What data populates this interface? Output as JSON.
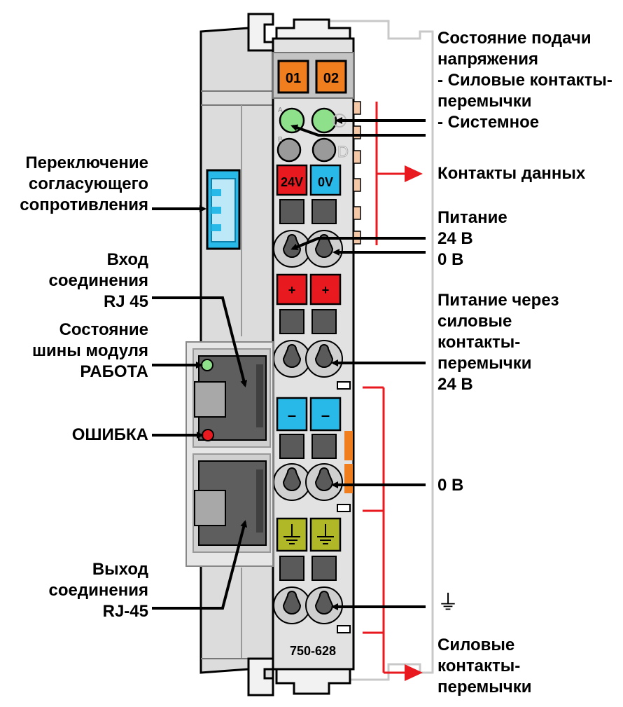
{
  "module": {
    "model": "750-628",
    "channel_1": "01",
    "channel_2": "02",
    "led_a": "A",
    "led_b": "B",
    "led_c": "C",
    "led_d": "D",
    "term_24v": "24V",
    "term_0v": "0V",
    "term_plus": "+",
    "term_minus": "–"
  },
  "labels": {
    "termination_switch": "Переключение\nсогласующего\nсопротивления",
    "rj45_in": "Вход\nсоединения\nRJ 45",
    "bus_state": "Состояние\nшины модуля\nРАБОТА",
    "error": "ОШИБКА",
    "rj45_out": "Выход\nсоединения\nRJ-45",
    "supply_state": "Состояние подачи\nнапряжения\n- Силовые контакты-\n  перемычки\n- Системное",
    "data_contacts": "Контакты данных",
    "power_supply": "Питание\n24 В\n0 В",
    "power_jumper_supply": "Питание через\nсиловые\nконтакты-\nперемычки\n24 В",
    "zero_v": "0 В",
    "ground_symbol": "⏚",
    "power_jumper_contacts": "Силовые\nконтакты-\nперемычки"
  },
  "colors": {
    "orange": "#f07e1f",
    "red": "#e8191f",
    "blue": "#29b9e9",
    "green_led": "#8fe08a",
    "olive": "#b0b828",
    "housing": "#dcdcdc",
    "dark_grey": "#5a5a5a",
    "arrow_red": "#e8191f"
  }
}
